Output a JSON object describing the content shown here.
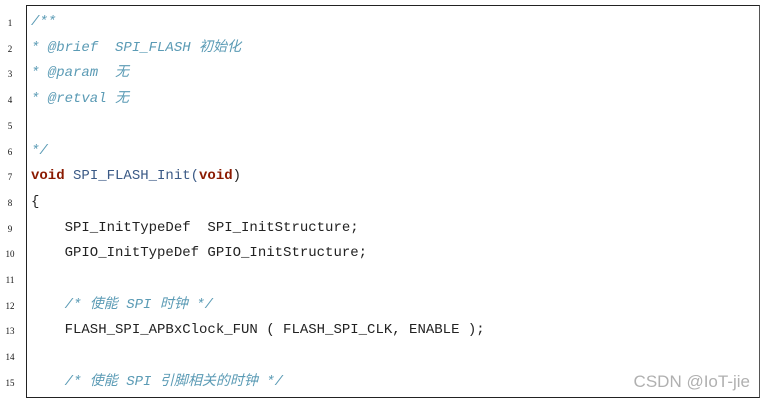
{
  "lines": [
    {
      "n": "1",
      "text": "/**"
    },
    {
      "n": "2",
      "text": "* @brief  SPI_FLASH 初始化"
    },
    {
      "n": "3",
      "text": "* @param  无"
    },
    {
      "n": "4",
      "text": "* @retval 无"
    },
    {
      "n": "5",
      "text": ""
    },
    {
      "n": "6",
      "text": "*/"
    },
    {
      "n": "7",
      "kw1": "void",
      "mid": " SPI_FLASH_Init(",
      "kw2": "void",
      "end": ")"
    },
    {
      "n": "8",
      "text": "{"
    },
    {
      "n": "9",
      "text": "    SPI_InitTypeDef  SPI_InitStructure;"
    },
    {
      "n": "10",
      "text": "    GPIO_InitTypeDef GPIO_InitStructure;"
    },
    {
      "n": "11",
      "text": ""
    },
    {
      "n": "12",
      "text": "    /* 使能 SPI 时钟 */"
    },
    {
      "n": "13",
      "text": "    FLASH_SPI_APBxClock_FUN ( FLASH_SPI_CLK, ENABLE );"
    },
    {
      "n": "14",
      "text": ""
    },
    {
      "n": "15",
      "text": "    /* 使能 SPI 引脚相关的时钟 */"
    }
  ],
  "watermark": "CSDN @IoT-jie"
}
